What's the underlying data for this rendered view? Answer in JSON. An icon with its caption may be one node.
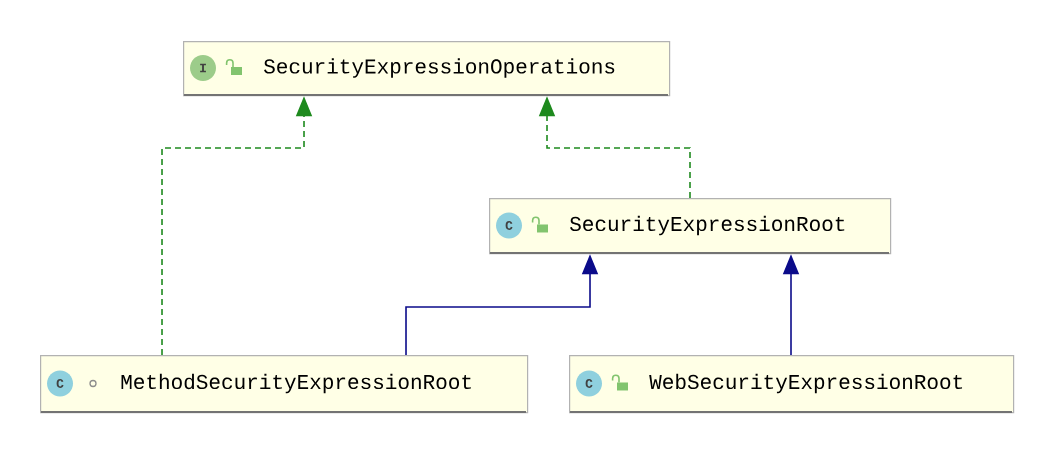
{
  "diagram": {
    "nodes": [
      {
        "text": [
          "I",
          "SecurityExpressionOperations"
        ]
      },
      {
        "text": [
          "C",
          "SecurityExpressionRoot"
        ]
      },
      {
        "text": [
          "C",
          "MethodSecurityExpressionRoot"
        ]
      },
      {
        "text": [
          "C",
          "WebSecurityExpressionRoot"
        ]
      }
    ],
    "edges": [
      {
        "from": 2,
        "to": 0,
        "arrow": "to",
        "style": "dashed",
        "color": "#1e8a1e"
      },
      {
        "from": 1,
        "to": 0,
        "arrow": "to",
        "style": "dashed",
        "color": "#1e8a1e"
      },
      {
        "from": 2,
        "to": 1,
        "arrow": "to",
        "color": "#0b0b8a"
      },
      {
        "from": 3,
        "to": 1,
        "arrow": "to",
        "color": "#0b0b8a"
      }
    ]
  }
}
